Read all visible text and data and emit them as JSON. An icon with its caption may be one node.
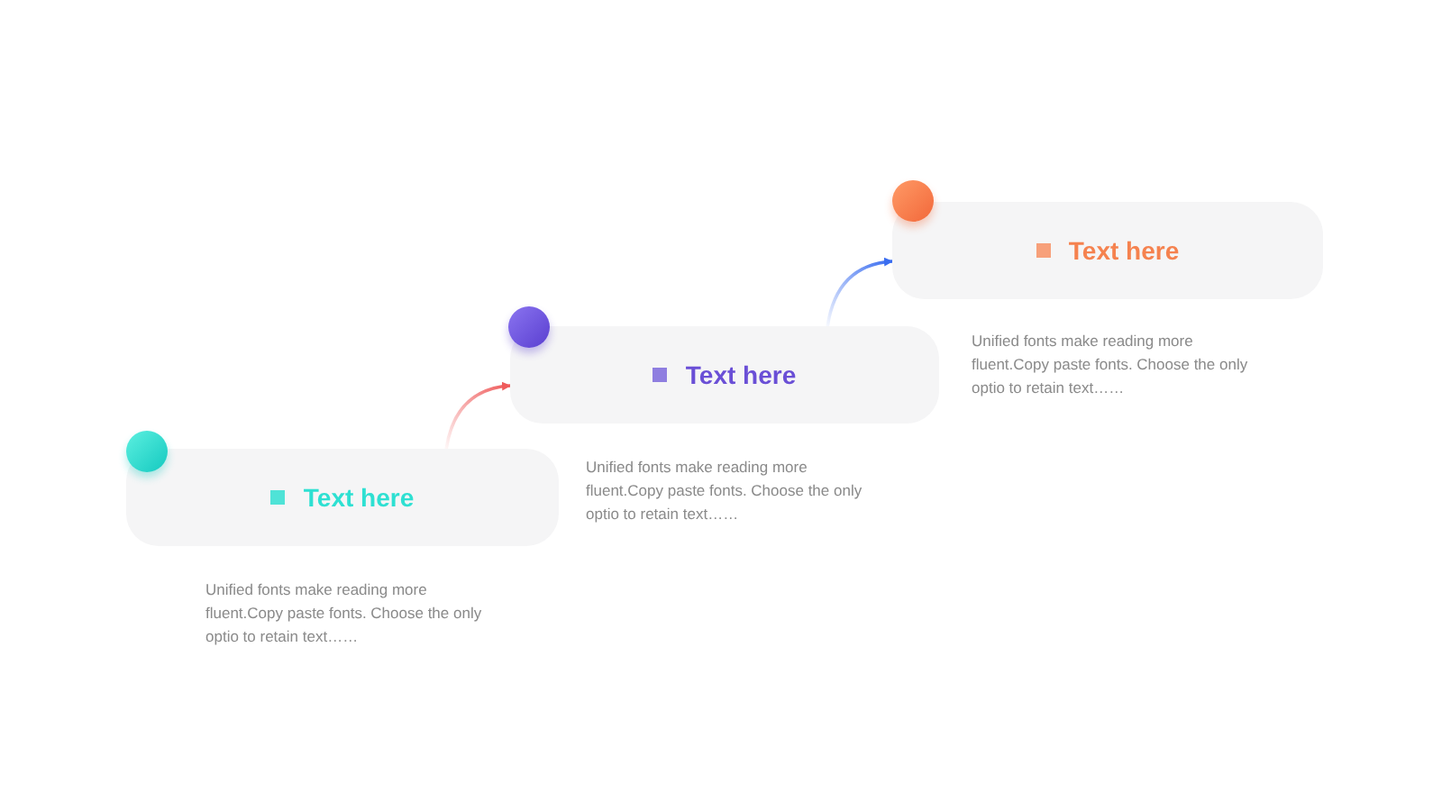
{
  "diagram": {
    "nodes": [
      {
        "text": [
          "Text here"
        ],
        "beside": [
          "Unified fonts make reading more fluent.Copy paste fonts. Choose the only optio to retain text……"
        ]
      },
      {
        "text": [
          "Text here"
        ],
        "beside": [
          "Unified fonts make reading more fluent.Copy paste fonts. Choose the only optio to retain text……"
        ]
      },
      {
        "text": [
          "Text here"
        ],
        "beside": [
          "Unified fonts make reading more fluent.Copy paste fonts. Choose the only optio to retain text……"
        ]
      }
    ],
    "edges": [
      {
        "from": 0,
        "to": 1,
        "arrow": "to",
        "color": "#ef5b5b"
      },
      {
        "from": 1,
        "to": 2,
        "arrow": "to",
        "color": "#3a6df0"
      }
    ]
  }
}
